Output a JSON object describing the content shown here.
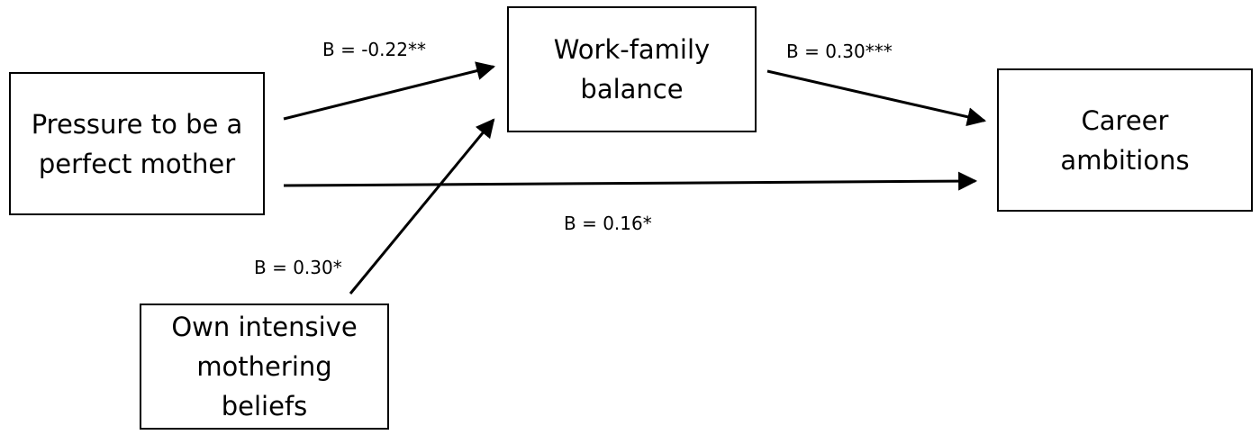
{
  "nodes": {
    "pressure": {
      "label": "Pressure to be a\nperfect mother"
    },
    "balance": {
      "label": "Work-family\nbalance"
    },
    "career": {
      "label": "Career\nambitions"
    },
    "beliefs": {
      "label": "Own intensive\nmothering\nbeliefs"
    }
  },
  "paths": {
    "pressure_to_balance": {
      "label": "B = -0.22**"
    },
    "balance_to_career": {
      "label": "B = 0.30***"
    },
    "pressure_to_career": {
      "label": "B = 0.16*"
    },
    "beliefs_to_balance": {
      "label": "B = 0.30*"
    }
  },
  "colors": {
    "stroke": "#000000",
    "background": "#ffffff"
  }
}
